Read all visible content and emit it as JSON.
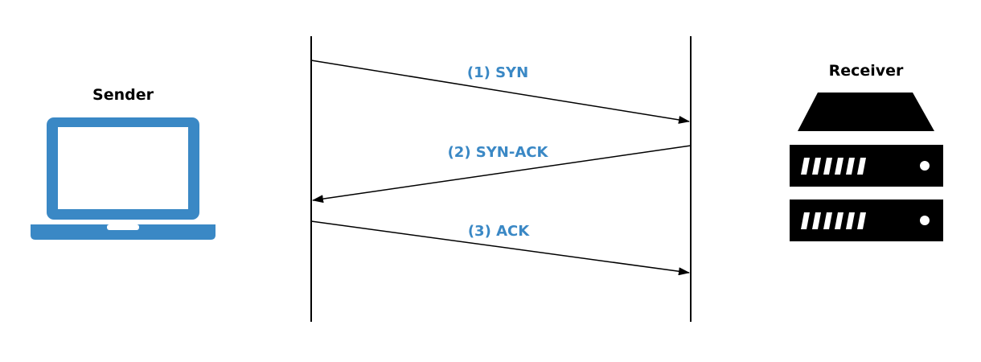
{
  "sender": {
    "label": "Sender",
    "icon": "laptop-icon"
  },
  "receiver": {
    "label": "Receiver",
    "icon": "server-icon"
  },
  "messages": [
    {
      "label": "(1) SYN",
      "direction": "sender-to-receiver"
    },
    {
      "label": "(2) SYN-ACK",
      "direction": "receiver-to-sender"
    },
    {
      "label": "(3) ACK",
      "direction": "sender-to-receiver"
    }
  ],
  "colors": {
    "message_label": "#3a88c5",
    "laptop": "#3a88c5",
    "server": "#000000",
    "line": "#000000",
    "background": "#ffffff"
  }
}
